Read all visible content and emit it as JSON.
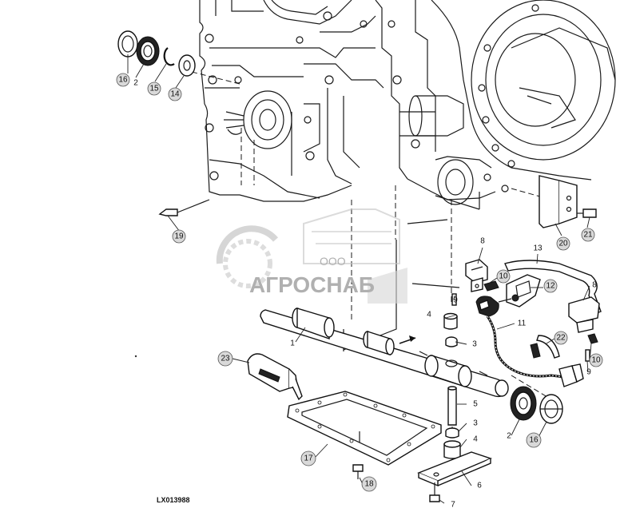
{
  "drawing_code": "LX013988",
  "watermark": {
    "company_prefix": "ООО",
    "company_name": "АГРОСНАБ"
  },
  "callouts": [
    {
      "id": "c16a",
      "label": "16"
    },
    {
      "id": "c2a",
      "label": "2"
    },
    {
      "id": "c15",
      "label": "15"
    },
    {
      "id": "c14",
      "label": "14"
    },
    {
      "id": "c19",
      "label": "19"
    },
    {
      "id": "c20",
      "label": "20"
    },
    {
      "id": "c21",
      "label": "21"
    },
    {
      "id": "c8a",
      "label": "8"
    },
    {
      "id": "c13",
      "label": "13"
    },
    {
      "id": "c10a",
      "label": "10"
    },
    {
      "id": "c12",
      "label": "12"
    },
    {
      "id": "c8b",
      "label": "8"
    },
    {
      "id": "c9a",
      "label": "9"
    },
    {
      "id": "c4a",
      "label": "4"
    },
    {
      "id": "c11",
      "label": "11"
    },
    {
      "id": "c3a",
      "label": "3"
    },
    {
      "id": "c1",
      "label": "1"
    },
    {
      "id": "c22",
      "label": "22"
    },
    {
      "id": "c10b",
      "label": "10"
    },
    {
      "id": "c9b",
      "label": "9"
    },
    {
      "id": "c23",
      "label": "23"
    },
    {
      "id": "c5",
      "label": "5"
    },
    {
      "id": "c3b",
      "label": "3"
    },
    {
      "id": "c2b",
      "label": "2"
    },
    {
      "id": "c16b",
      "label": "16"
    },
    {
      "id": "c4b",
      "label": "4"
    },
    {
      "id": "c17",
      "label": "17"
    },
    {
      "id": "c6",
      "label": "6"
    },
    {
      "id": "c18",
      "label": "18"
    },
    {
      "id": "c7",
      "label": "7"
    }
  ]
}
